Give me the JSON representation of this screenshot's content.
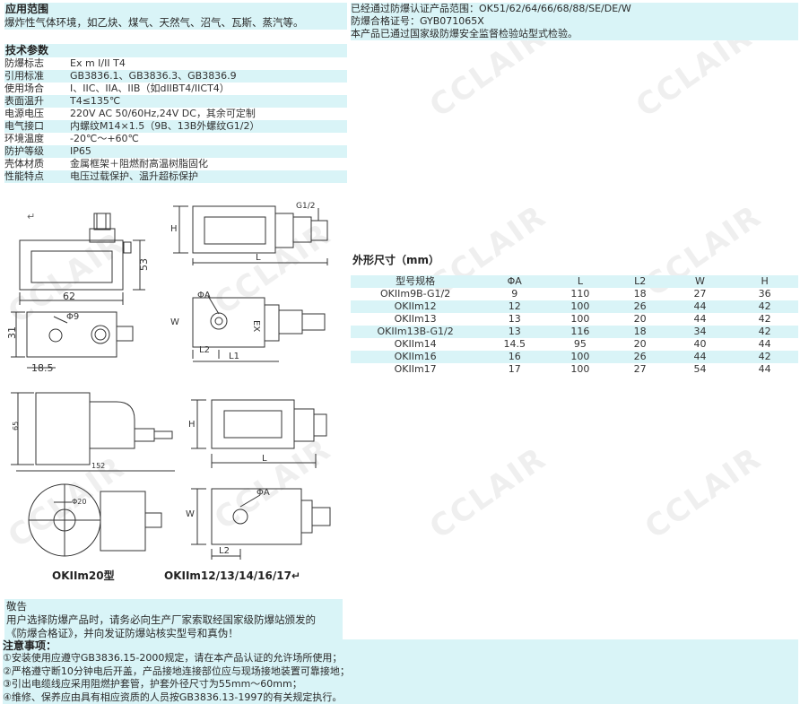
{
  "application": {
    "title": "应用范围",
    "text": "爆炸性气体环境，如乙炔、煤气、天然气、沼气、瓦斯、蒸汽等。"
  },
  "certification": {
    "lines": [
      "已经通过防爆认证产品范围：OK51/62/64/66/68/88/SE/DE/W",
      "防爆合格证号：GYB071065X",
      "本产品已通过国家级防爆安全监督检验站型式检验。"
    ]
  },
  "specs": {
    "title": "技术参数",
    "rows": [
      {
        "key": "防爆标志",
        "value": "Ex m I/II T4"
      },
      {
        "key": "引用标准",
        "value": "GB3836.1、GB3836.3、GB3836.9"
      },
      {
        "key": "使用场合",
        "value": " I、IIC、IIA、IIB（如dIIBT4/IICT4）"
      },
      {
        "key": "表面温升",
        "value": "T4≤135℃"
      },
      {
        "key": "电源电压",
        "value": "220V AC 50/60Hz,24V DC，其余可定制"
      },
      {
        "key": "电气接口",
        "value": "内螺纹M14×1.5（9B、13B外螺纹G1/2）"
      },
      {
        "key": "环境温度",
        "value": "-20℃～+60℃"
      },
      {
        "key": "防护等级",
        "value": "IP65"
      },
      {
        "key": "壳体材质",
        "value": "金属框架＋阻燃耐高温树脂固化"
      },
      {
        "key": "性能特点",
        "value": "电压过载保护、温升超标保护"
      }
    ]
  },
  "drawings": {
    "mark": "↵",
    "dim_62": "62",
    "dim_53": "53",
    "dim_31": "31",
    "dim_18_5": "18.5",
    "dim_phi9": "Φ9",
    "dim_H": "H",
    "dim_L": "L",
    "dim_G12": "G1/2",
    "dim_phiA": "ΦA",
    "dim_W": "W",
    "dim_L2": "L2",
    "dim_L1": "L1",
    "ex_mark": "EX",
    "dim_65": "65",
    "dim_152": "152",
    "dim_phi20": "Φ20",
    "caption_left": "OKIIm20型",
    "caption_right": "OKIIm12/13/14/16/17↵"
  },
  "dimensions": {
    "title": "外形尺寸（mm）",
    "headers": [
      "型号规格",
      "ΦA",
      "L",
      "L2",
      "W",
      "H"
    ],
    "rows": [
      [
        "OKIIm9B-G1/2",
        "9",
        "110",
        "18",
        "27",
        "36"
      ],
      [
        "OKIIm12",
        "12",
        "100",
        "26",
        "44",
        "42"
      ],
      [
        "OKIIm13",
        "13",
        "100",
        "20",
        "44",
        "42"
      ],
      [
        "OKIIm13B-G1/2",
        "13",
        "116",
        "18",
        "34",
        "42"
      ],
      [
        "OKIIm14",
        "14.5",
        "95",
        "20",
        "40",
        "44"
      ],
      [
        "OKIIm16",
        "16",
        "100",
        "26",
        "44",
        "42"
      ],
      [
        "OKIIm17",
        "17",
        "100",
        "27",
        "54",
        "44"
      ]
    ]
  },
  "notice": {
    "lines": [
      "敬告",
      "用户选择防爆产品时，请务必向生产厂家索取经国家级防爆站颁发的",
      "《防爆合格证》，并向发证防爆站核实型号和真伪！"
    ]
  },
  "attention": {
    "title": "注意事项：",
    "lines": [
      "①安装使用应遵守GB3836.15-2000规定，请在本产品认证的允许场所使用；",
      "②严格遵守断10分钟电后开盖，产品接地连接部位应与现场接地装置可靠接地；",
      "③引出电缆线应采用阻燃护套管，护套外径尺寸为55mm～60mm；",
      "④维修、保养应由具有相应资质的人员按GB3836.13-1997的有关规定执行。"
    ]
  },
  "watermark": "CCLAIR"
}
